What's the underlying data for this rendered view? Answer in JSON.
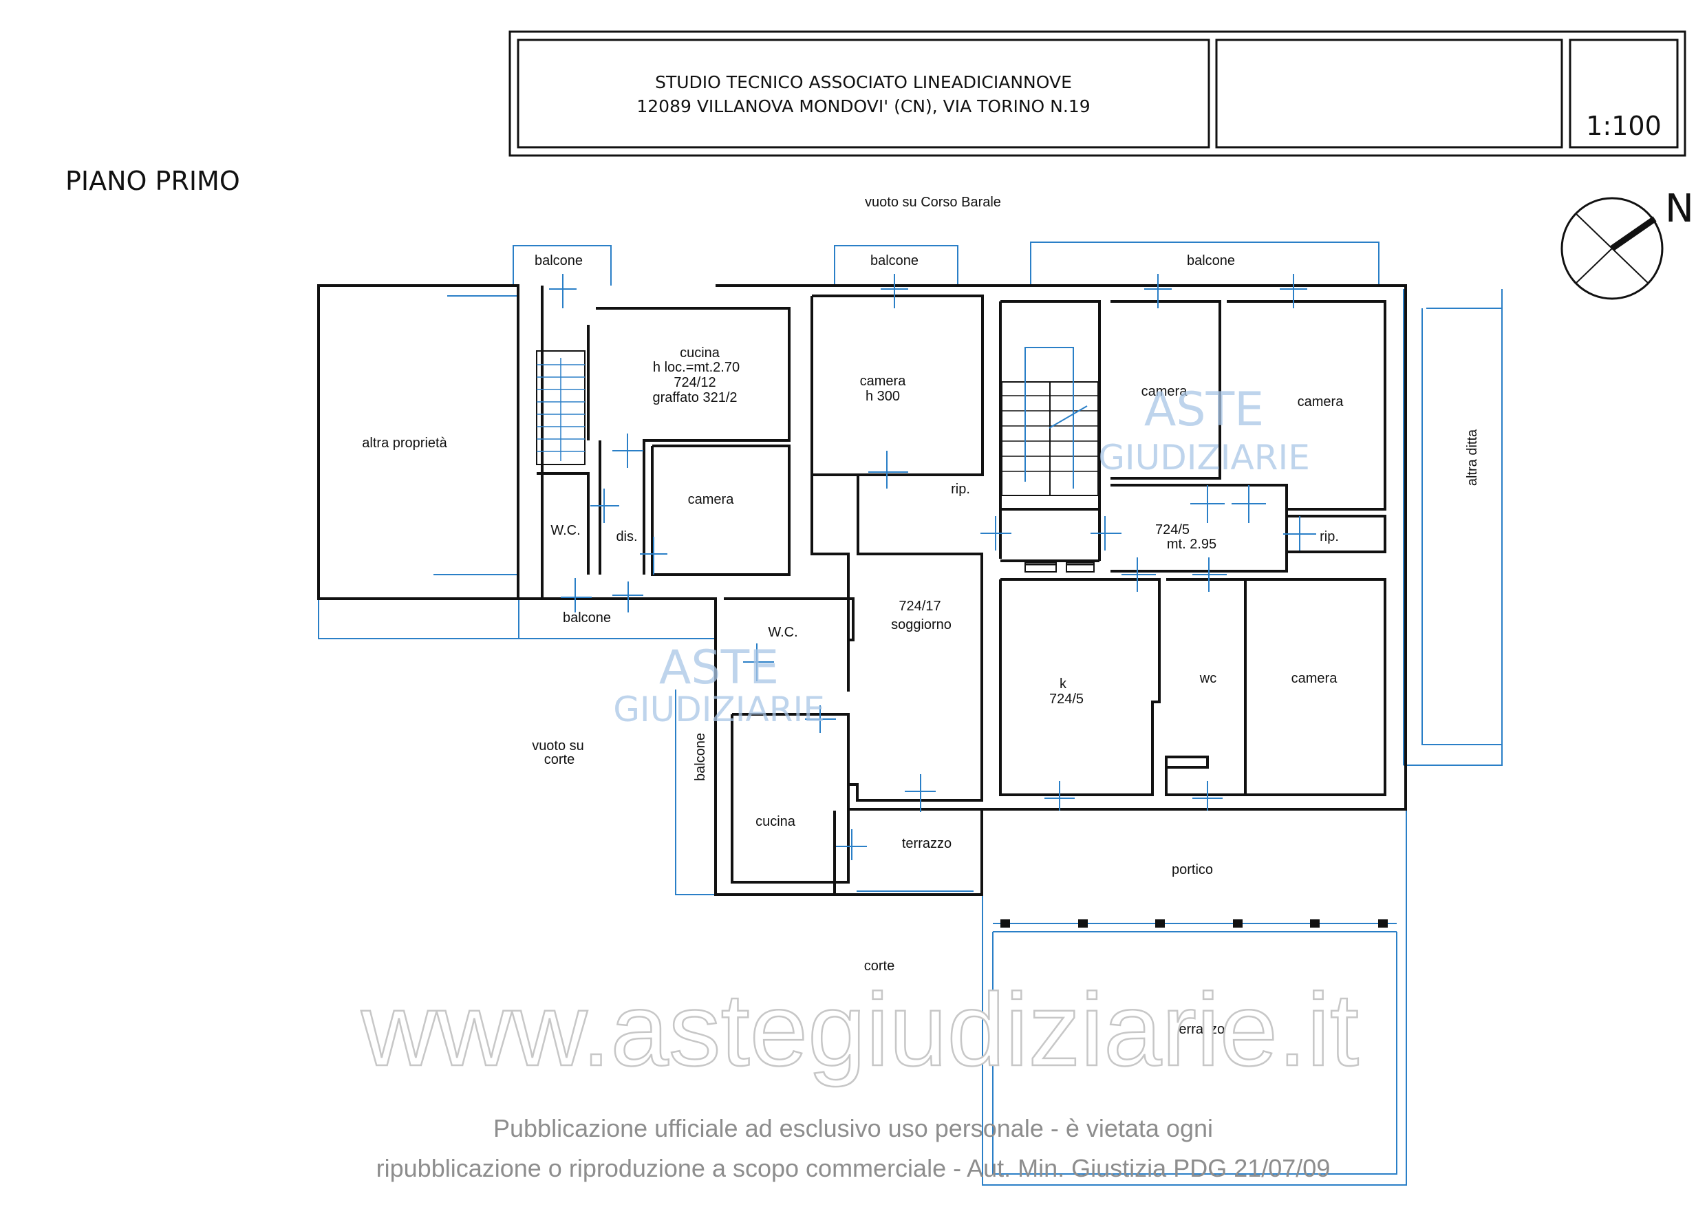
{
  "title_block": {
    "studio_line1": "STUDIO TECNICO ASSOCIATO LINEADICIANNOVE",
    "studio_line2": "12089 VILLANOVA MONDOVI' (CN), VIA TORINO N.19",
    "scale": "1:100"
  },
  "floor_title": "PIANO PRIMO",
  "north_label": "N",
  "labels": {
    "vuoto_corso": "vuoto su Corso Barale",
    "balcone_a": "balcone",
    "balcone_b": "balcone",
    "balcone_c": "balcone",
    "balcone_d": "balcone",
    "balcone_e": "balcone",
    "altra_proprieta": "altra proprietà",
    "altra_ditta": "altra ditta",
    "cucina1_l1": "cucina",
    "cucina1_l2": "h loc.=mt.2.70",
    "cucina1_l3": "724/12",
    "cucina1_l4": "graffato 321/2",
    "camera1_l1": "camera",
    "camera1_l2": "h 300",
    "camera2": "camera",
    "camera3": "camera",
    "camera4": "camera",
    "camera5": "camera",
    "wc1": "W.C.",
    "wc2": "W.C.",
    "wc3": "wc",
    "dis": "dis.",
    "rip1": "rip.",
    "rip2": "rip.",
    "hall_l1": "724/5",
    "hall_l2": "mt. 2.95",
    "soggiorno_l1": "724/17",
    "soggiorno_l2": "soggiorno",
    "k_l1": "k",
    "k_l2": "724/5",
    "vuoto_corte_l1": "vuoto su",
    "vuoto_corte_l2": "corte",
    "cucina2": "cucina",
    "terrazzo1": "terrazzo",
    "portico": "portico",
    "corte": "corte",
    "terrazzo2": "terrazzo"
  },
  "watermarks": {
    "logo_line1": "ASTE",
    "logo_line2": "GIUDIZIARIE",
    "url": "www.astegiudiziarie.it",
    "notice_line1": "Pubblicazione ufficiale ad esclusivo uso personale - è vietata ogni",
    "notice_line2": "ripubblicazione o riproduzione a scopo commerciale - Aut. Min. Giustizia PDG 21/07/09"
  },
  "colors": {
    "wall": "#111111",
    "blue_lines": "#2a7fc7",
    "logo_watermark": "#a9c6e6"
  }
}
